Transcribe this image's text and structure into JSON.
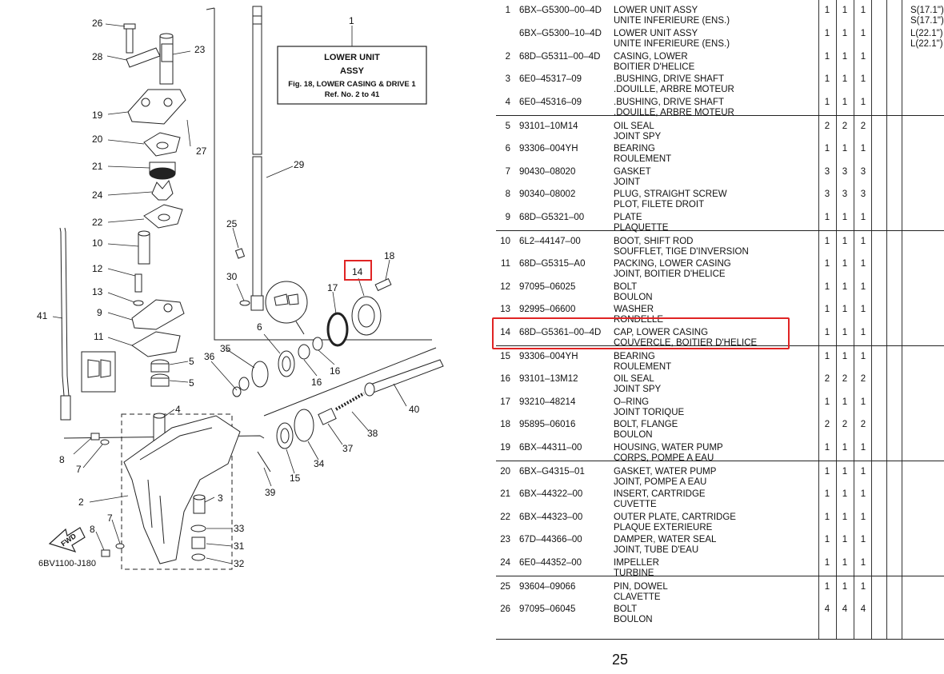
{
  "title_box": {
    "line1": "LOWER UNIT",
    "line2": "ASSY",
    "line3": "Fig. 18, LOWER CASING & DRIVE 1",
    "line4": "Ref. No. 2 to 41"
  },
  "diagram_code": "6BV1100-J180",
  "fwd_label": "FWD",
  "callouts": [
    "1",
    "2",
    "3",
    "4",
    "5",
    "5",
    "6",
    "7",
    "7",
    "8",
    "8",
    "9",
    "10",
    "11",
    "12",
    "13",
    "14",
    "15",
    "16",
    "16",
    "17",
    "18",
    "19",
    "20",
    "21",
    "22",
    "23",
    "24",
    "25",
    "26",
    "27",
    "28",
    "29",
    "30",
    "31",
    "32",
    "33",
    "34",
    "35",
    "36",
    "37",
    "38",
    "39",
    "40",
    "41"
  ],
  "highlight_color": "#e02424",
  "parts": [
    {
      "ref": "1",
      "part": "6BX–G5300–00–4D",
      "desc1": "LOWER UNIT ASSY",
      "desc2": "UNITE INFERIEURE (ENS.)",
      "q1": "1",
      "q2": "1",
      "q3": "1",
      "r1": "S(17.1\")",
      "r2": "S(17.1\")"
    },
    {
      "ref": "",
      "part": "6BX–G5300–10–4D",
      "desc1": "LOWER UNIT ASSY",
      "desc2": "UNITE INFERIEURE (ENS.)",
      "q1": "1",
      "q2": "1",
      "q3": "1",
      "r1": "L(22.1\")",
      "r2": "L(22.1\")"
    },
    {
      "ref": "2",
      "part": "68D–G5311–00–4D",
      "desc1": "CASING, LOWER",
      "desc2": "BOITIER D'HELICE",
      "q1": "1",
      "q2": "1",
      "q3": "1",
      "r1": "",
      "r2": ""
    },
    {
      "ref": "3",
      "part": "6E0–45317–09",
      "desc1": ".BUSHING, DRIVE SHAFT",
      "desc2": ".DOUILLE, ARBRE MOTEUR",
      "q1": "1",
      "q2": "1",
      "q3": "1",
      "r1": "",
      "r2": ""
    },
    {
      "ref": "4",
      "part": "6E0–45316–09",
      "desc1": ".BUSHING, DRIVE SHAFT",
      "desc2": ".DOUILLE, ARBRE MOTEUR",
      "q1": "1",
      "q2": "1",
      "q3": "1",
      "r1": "",
      "r2": ""
    },
    {
      "ref": "5",
      "part": "93101–10M14",
      "desc1": "OIL SEAL",
      "desc2": "JOINT SPY",
      "q1": "2",
      "q2": "2",
      "q3": "2",
      "r1": "",
      "r2": ""
    },
    {
      "ref": "6",
      "part": "93306–004YH",
      "desc1": "BEARING",
      "desc2": "ROULEMENT",
      "q1": "1",
      "q2": "1",
      "q3": "1",
      "r1": "",
      "r2": ""
    },
    {
      "ref": "7",
      "part": "90430–08020",
      "desc1": "GASKET",
      "desc2": "JOINT",
      "q1": "3",
      "q2": "3",
      "q3": "3",
      "r1": "",
      "r2": ""
    },
    {
      "ref": "8",
      "part": "90340–08002",
      "desc1": "PLUG, STRAIGHT SCREW",
      "desc2": "PLOT, FILETE DROIT",
      "q1": "3",
      "q2": "3",
      "q3": "3",
      "r1": "",
      "r2": ""
    },
    {
      "ref": "9",
      "part": "68D–G5321–00",
      "desc1": "PLATE",
      "desc2": "PLAQUETTE",
      "q1": "1",
      "q2": "1",
      "q3": "1",
      "r1": "",
      "r2": ""
    },
    {
      "ref": "10",
      "part": "6L2–44147–00",
      "desc1": "BOOT, SHIFT ROD",
      "desc2": "SOUFFLET, TIGE D'INVERSION",
      "q1": "1",
      "q2": "1",
      "q3": "1",
      "r1": "",
      "r2": ""
    },
    {
      "ref": "11",
      "part": "68D–G5315–A0",
      "desc1": "PACKING, LOWER CASING",
      "desc2": "JOINT, BOITIER D'HELICE",
      "q1": "1",
      "q2": "1",
      "q3": "1",
      "r1": "",
      "r2": ""
    },
    {
      "ref": "12",
      "part": "97095–06025",
      "desc1": "BOLT",
      "desc2": "BOULON",
      "q1": "1",
      "q2": "1",
      "q3": "1",
      "r1": "",
      "r2": ""
    },
    {
      "ref": "13",
      "part": "92995–06600",
      "desc1": "WASHER",
      "desc2": "RONDELLE",
      "q1": "1",
      "q2": "1",
      "q3": "1",
      "r1": "",
      "r2": ""
    },
    {
      "ref": "14",
      "part": "68D–G5361–00–4D",
      "desc1": "CAP, LOWER CASING",
      "desc2": "COUVERCLE, BOITIER D'HELICE",
      "q1": "1",
      "q2": "1",
      "q3": "1",
      "r1": "",
      "r2": ""
    },
    {
      "ref": "15",
      "part": "93306–004YH",
      "desc1": "BEARING",
      "desc2": "ROULEMENT",
      "q1": "1",
      "q2": "1",
      "q3": "1",
      "r1": "",
      "r2": ""
    },
    {
      "ref": "16",
      "part": "93101–13M12",
      "desc1": "OIL SEAL",
      "desc2": "JOINT SPY",
      "q1": "2",
      "q2": "2",
      "q3": "2",
      "r1": "",
      "r2": ""
    },
    {
      "ref": "17",
      "part": "93210–48214",
      "desc1": "O–RING",
      "desc2": "JOINT TORIQUE",
      "q1": "1",
      "q2": "1",
      "q3": "1",
      "r1": "",
      "r2": ""
    },
    {
      "ref": "18",
      "part": "95895–06016",
      "desc1": "BOLT, FLANGE",
      "desc2": "BOULON",
      "q1": "2",
      "q2": "2",
      "q3": "2",
      "r1": "",
      "r2": ""
    },
    {
      "ref": "19",
      "part": "6BX–44311–00",
      "desc1": "HOUSING, WATER PUMP",
      "desc2": "CORPS, POMPE A EAU",
      "q1": "1",
      "q2": "1",
      "q3": "1",
      "r1": "",
      "r2": ""
    },
    {
      "ref": "20",
      "part": "6BX–G4315–01",
      "desc1": "GASKET, WATER PUMP",
      "desc2": "JOINT, POMPE A EAU",
      "q1": "1",
      "q2": "1",
      "q3": "1",
      "r1": "",
      "r2": ""
    },
    {
      "ref": "21",
      "part": "6BX–44322–00",
      "desc1": "INSERT, CARTRIDGE",
      "desc2": "CUVETTE",
      "q1": "1",
      "q2": "1",
      "q3": "1",
      "r1": "",
      "r2": ""
    },
    {
      "ref": "22",
      "part": "6BX–44323–00",
      "desc1": "OUTER PLATE, CARTRIDGE",
      "desc2": "PLAQUE EXTERIEURE",
      "q1": "1",
      "q2": "1",
      "q3": "1",
      "r1": "",
      "r2": ""
    },
    {
      "ref": "23",
      "part": "67D–44366–00",
      "desc1": "DAMPER, WATER SEAL",
      "desc2": "JOINT, TUBE D'EAU",
      "q1": "1",
      "q2": "1",
      "q3": "1",
      "r1": "",
      "r2": ""
    },
    {
      "ref": "24",
      "part": "6E0–44352–00",
      "desc1": "IMPELLER",
      "desc2": "TURBINE",
      "q1": "1",
      "q2": "1",
      "q3": "1",
      "r1": "",
      "r2": ""
    },
    {
      "ref": "25",
      "part": "93604–09066",
      "desc1": "PIN, DOWEL",
      "desc2": "CLAVETTE",
      "q1": "1",
      "q2": "1",
      "q3": "1",
      "r1": "",
      "r2": ""
    },
    {
      "ref": "26",
      "part": "97095–06045",
      "desc1": "BOLT",
      "desc2": "BOULON",
      "q1": "4",
      "q2": "4",
      "q3": "4",
      "r1": "",
      "r2": ""
    }
  ],
  "page_number": "25"
}
